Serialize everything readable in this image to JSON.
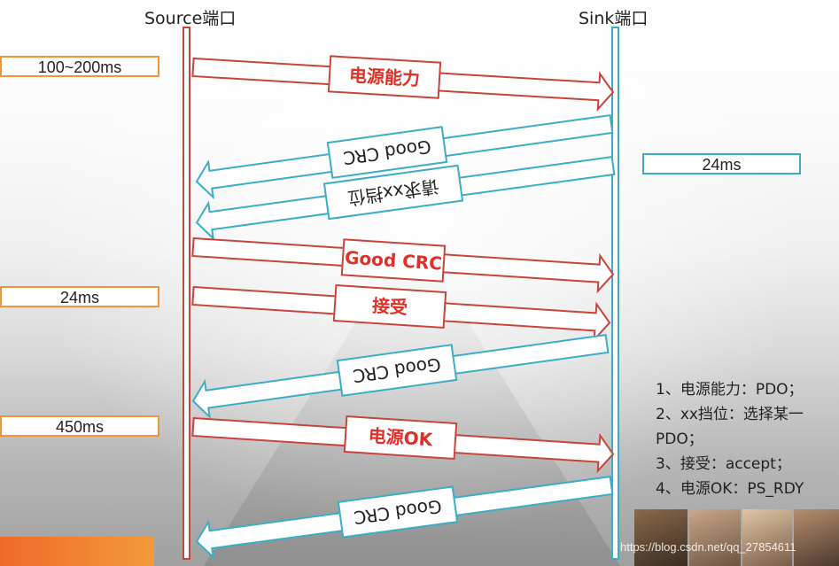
{
  "ports": {
    "source": "Source端口",
    "sink": "Sink端口"
  },
  "timings": {
    "t1": "100~200ms",
    "t2": "24ms",
    "t3": "24ms",
    "t4": "450ms"
  },
  "messages": [
    {
      "label": "电源能力",
      "dir": "to-sink",
      "color": "#c9453c",
      "text_color": "#e0302a",
      "bold": true
    },
    {
      "label": "Good CRC",
      "dir": "to-source",
      "color": "#3aaec6",
      "text_color": "#222222",
      "bold": false
    },
    {
      "label": "请求xx挡位",
      "dir": "to-source",
      "color": "#3aaec6",
      "text_color": "#222222",
      "bold": false
    },
    {
      "label": "Good CRC",
      "dir": "to-sink",
      "color": "#c9453c",
      "text_color": "#e0302a",
      "bold": true
    },
    {
      "label": "接受",
      "dir": "to-sink",
      "color": "#c9453c",
      "text_color": "#e0302a",
      "bold": true
    },
    {
      "label": "Good CRC",
      "dir": "to-source",
      "color": "#3aaec6",
      "text_color": "#222222",
      "bold": false
    },
    {
      "label": "电源OK",
      "dir": "to-sink",
      "color": "#c9453c",
      "text_color": "#e0302a",
      "bold": true
    },
    {
      "label": "Good CRC",
      "dir": "to-source",
      "color": "#3aaec6",
      "text_color": "#222222",
      "bold": false
    }
  ],
  "notes": [
    "1、电源能力：PDO；",
    "2、xx挡位：选择某一",
    "PDO；",
    "3、接受：accept；",
    "4、电源OK：PS_RDY"
  ],
  "watermark": "https://blog.csdn.net/qq_27854611",
  "colors": {
    "source_line": "#c9453c",
    "sink_line": "#3aaec6",
    "source_box": "#f0953a",
    "sink_box": "#3aaec6",
    "accent_bar": "#ef6a28"
  }
}
